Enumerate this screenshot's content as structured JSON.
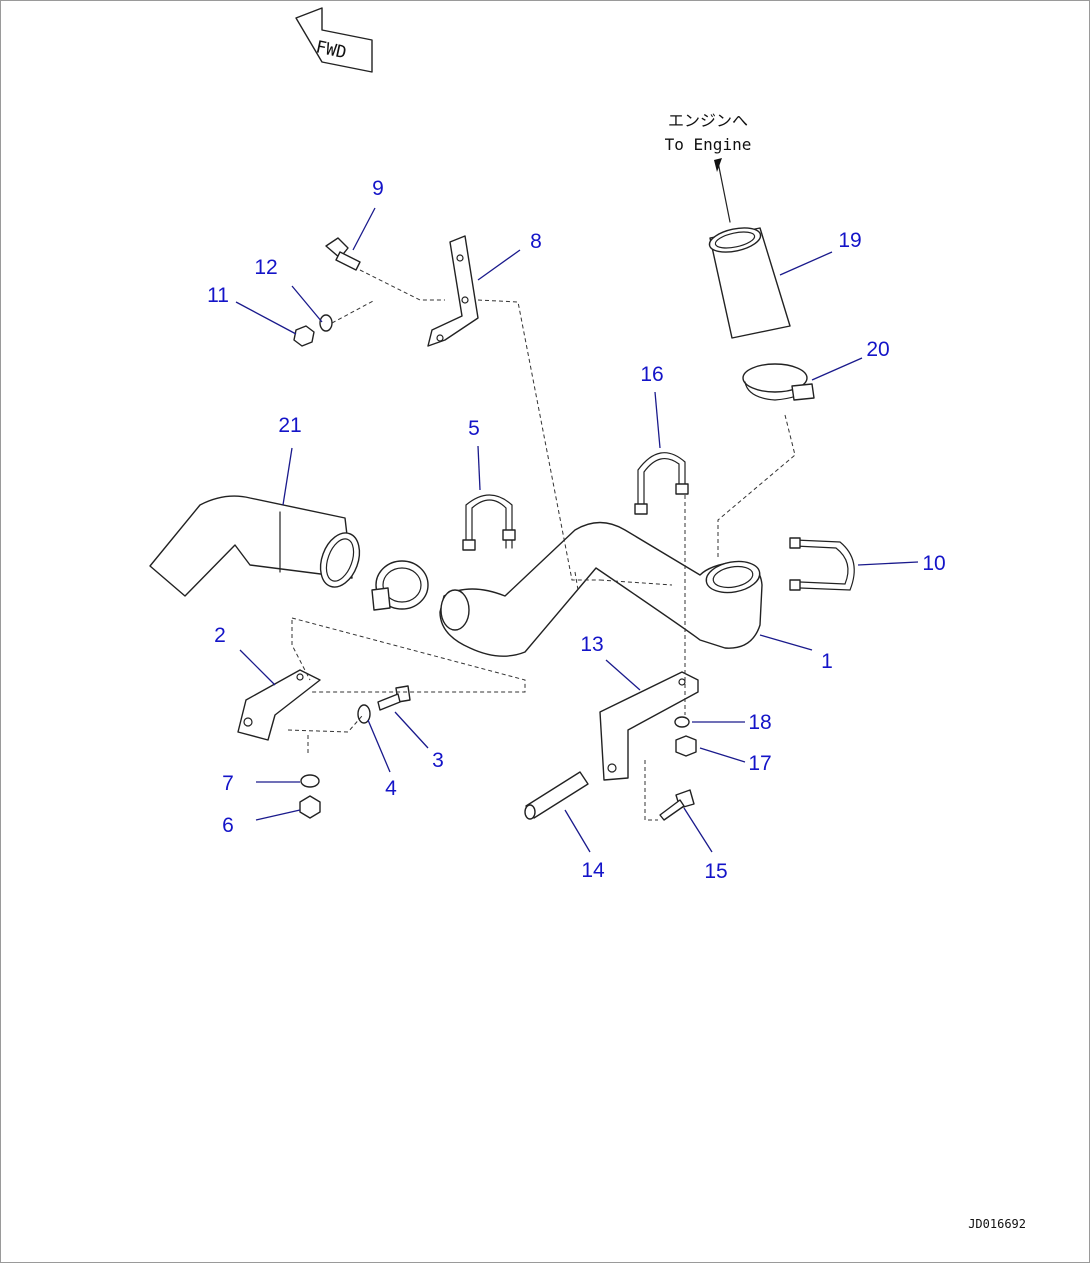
{
  "fwd_label": "FWD",
  "engine_note_jp": "エンジンへ",
  "engine_note_en": "To Engine",
  "drawing_code": "JD016692",
  "callouts": [
    "1",
    "2",
    "3",
    "4",
    "5",
    "6",
    "7",
    "8",
    "9",
    "10",
    "11",
    "12",
    "13",
    "14",
    "15",
    "16",
    "17",
    "18",
    "19",
    "20",
    "21"
  ],
  "colors": {
    "callout": "#1414c8",
    "line": "#222222"
  }
}
